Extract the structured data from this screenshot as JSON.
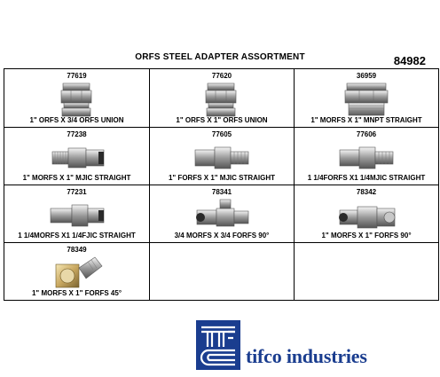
{
  "header": {
    "title": "ORFS STEEL ADAPTER ASSORTMENT",
    "catalog_number": "84982"
  },
  "items": [
    {
      "part": "77619",
      "description": "1\" ORFS X 3/4 ORFS UNION",
      "icon": "straight-union-fitting"
    },
    {
      "part": "77620",
      "description": "1\" ORFS X 1\" ORFS UNION",
      "icon": "straight-union-fitting"
    },
    {
      "part": "36959",
      "description": "1\" MORFS X 1\" MNPT STRAIGHT",
      "icon": "straight-pipe-adapter"
    },
    {
      "part": "77238",
      "description": "1\" MORFS X 1\" MJIC STRAIGHT",
      "icon": "straight-male-adapter"
    },
    {
      "part": "77605",
      "description": "1\" FORFS X 1\" MJIC STRAIGHT",
      "icon": "straight-swivel-adapter"
    },
    {
      "part": "77606",
      "description": "1 1/4FORFS X1 1/4MJIC STRAIGHT",
      "icon": "straight-swivel-adapter"
    },
    {
      "part": "77231",
      "description": "1 1/4MORFS X1 1/4FJIC STRAIGHT",
      "icon": "straight-swivel-adapter"
    },
    {
      "part": "78341",
      "description": "3/4 MORFS X 3/4 FORFS 90°",
      "icon": "elbow-90-fitting"
    },
    {
      "part": "78342",
      "description": "1\" MORFS X 1\" FORFS 90°",
      "icon": "elbow-90-fitting"
    },
    {
      "part": "78349",
      "description": "1\" MORFS X 1\" FORFS 45°",
      "icon": "elbow-45-fitting"
    }
  ],
  "brand": {
    "name": "tifco industries",
    "mark": "TIFCO",
    "color": "#1a3d8f"
  }
}
